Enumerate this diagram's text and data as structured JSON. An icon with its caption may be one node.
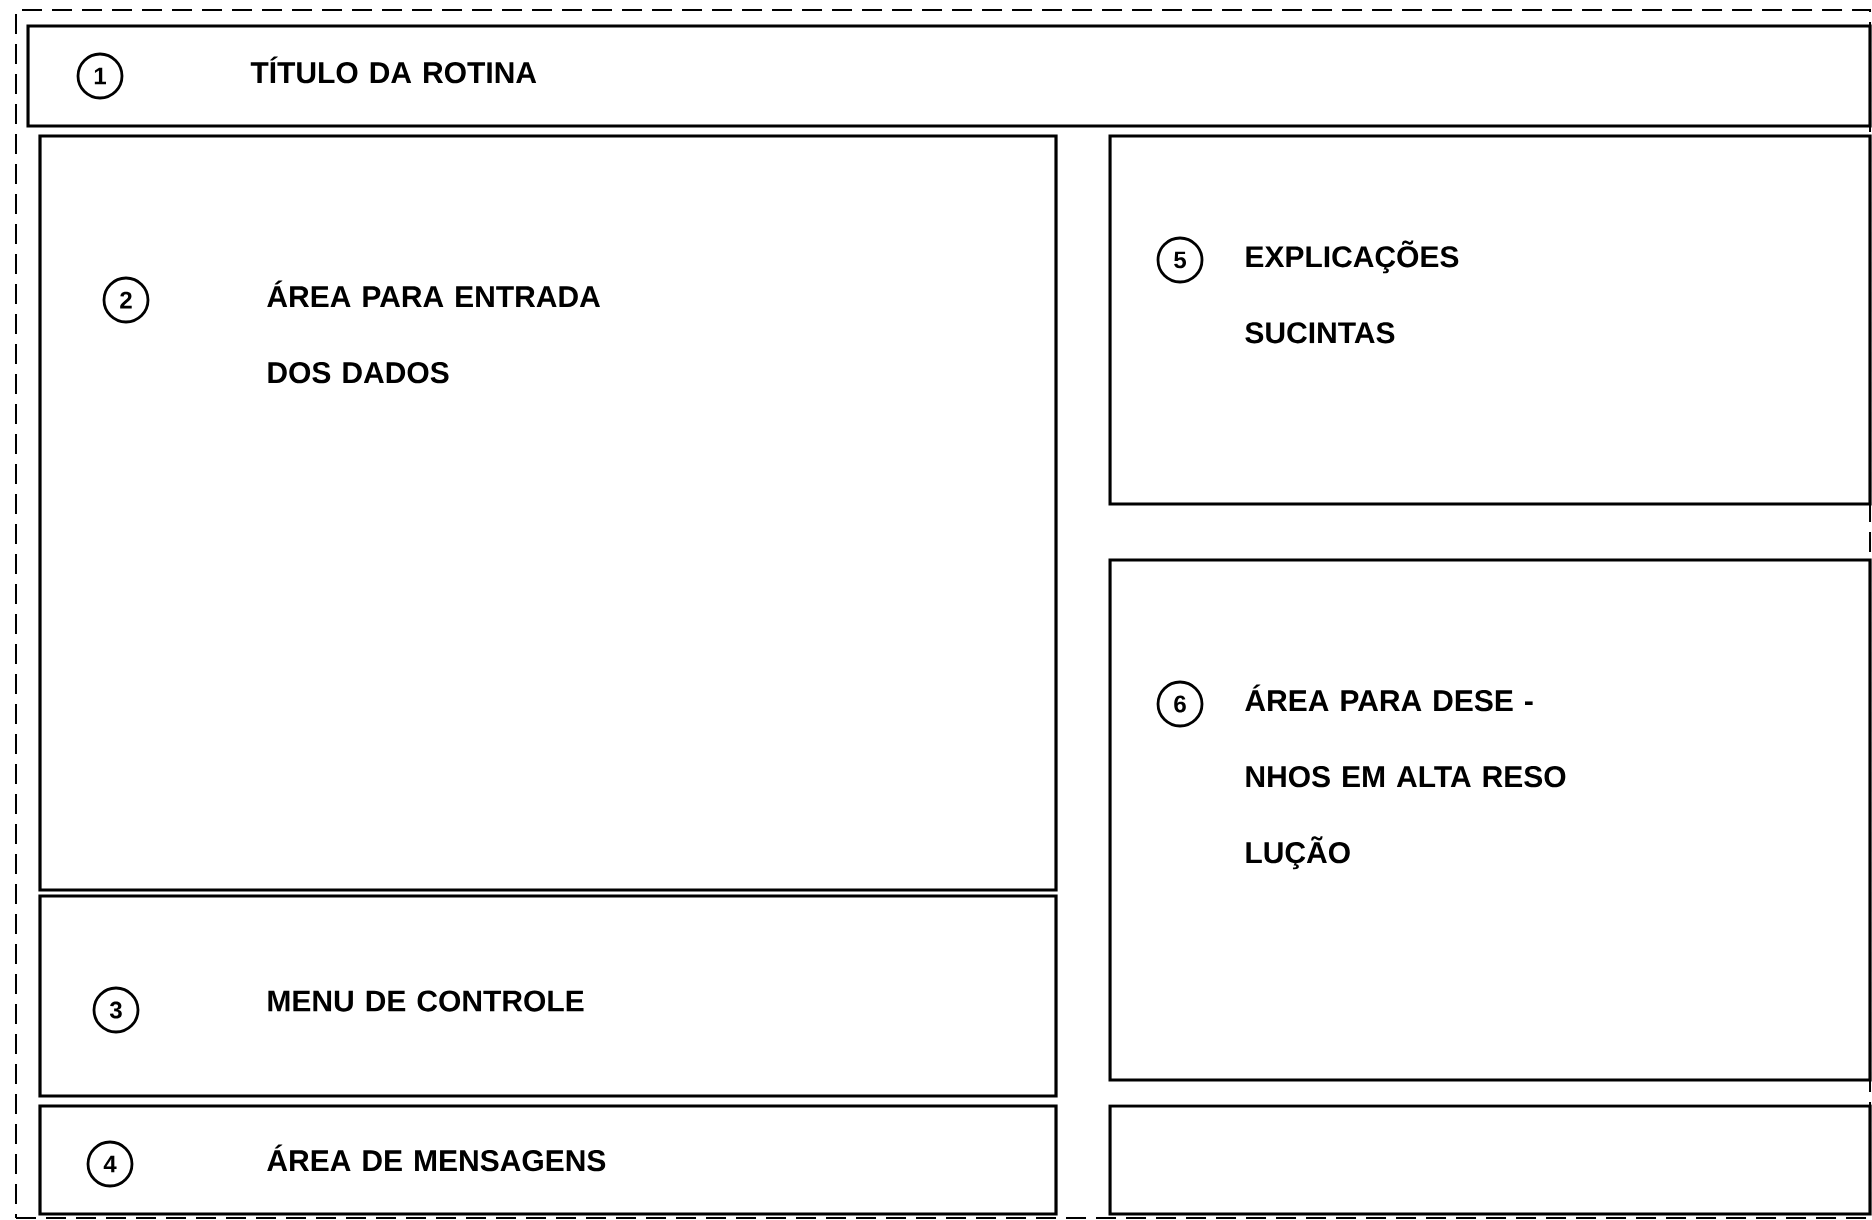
{
  "diagram": {
    "nodes": [
      {
        "text": [],
        "shape": "box"
      },
      {
        "text": [
          "1",
          "TÍTULO DA ROTINA"
        ],
        "in": 0
      },
      {
        "text": [
          "2",
          "ÁREA PARA ENTRADA DOS DADOS"
        ],
        "in": 0
      },
      {
        "text": [
          "5",
          "EXPLICAÇÕES SUCINTAS"
        ],
        "in": 0
      },
      {
        "text": [
          "6",
          "ÁREA PARA DESE - NHOS EM ALTA RESO LUÇÃO"
        ],
        "in": 0
      },
      {
        "text": [
          "3",
          "MENU DE CONTROLE"
        ],
        "in": 0
      },
      {
        "text": [
          "4",
          "ÁREA DE MENSAGENS"
        ],
        "in": 0
      },
      {
        "text": [],
        "shape": "box",
        "in": 0
      }
    ]
  }
}
